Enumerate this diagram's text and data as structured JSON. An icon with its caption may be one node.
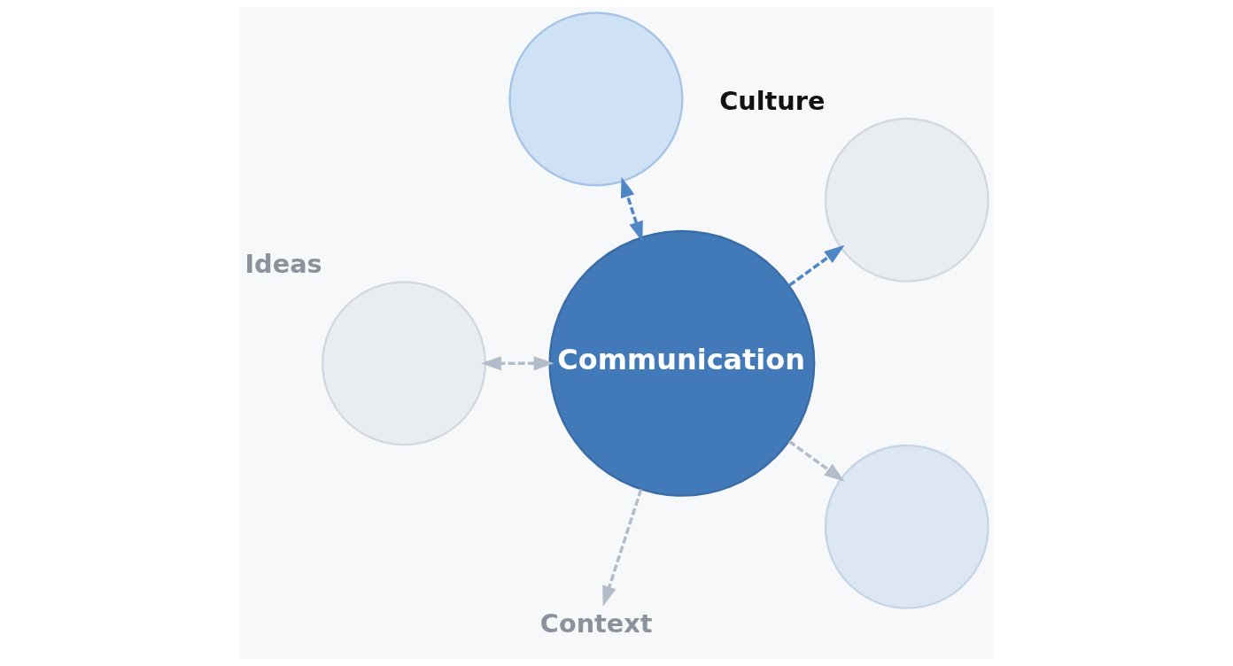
{
  "diagram": {
    "nodes": [
      {
        "text": [],
        "shape": "circle"
      },
      {
        "text": [
          "Ideas"
        ]
      },
      {
        "text": [
          "Culture"
        ]
      },
      {
        "text": [
          "Communication"
        ]
      },
      {
        "text": [
          "Context"
        ]
      },
      {
        "text": [],
        "shape": "circle"
      }
    ],
    "edges": [
      {
        "from": 3,
        "to": 0,
        "arrow": "both",
        "style": "dashed",
        "color": "#4f86c6"
      },
      {
        "from": 3,
        "to": 1,
        "arrow": "both",
        "style": "dashed"
      },
      {
        "from": 3,
        "to": 2,
        "arrow": "to",
        "style": "dashed",
        "color": "#4f86c6"
      },
      {
        "from": 3,
        "to": 4,
        "arrow": "to",
        "style": "dashed"
      },
      {
        "from": 3,
        "to": 5,
        "arrow": "to",
        "style": "dashed"
      }
    ]
  }
}
